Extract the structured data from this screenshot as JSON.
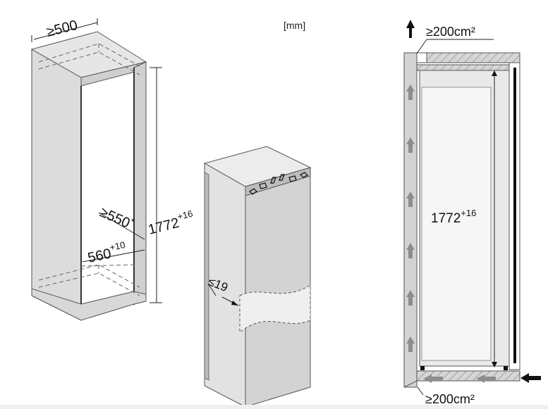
{
  "unit": "[mm]",
  "niche_diagram": {
    "width_label": "≥500",
    "depth_label": "≥550",
    "depth_sup": "*",
    "height_label": "1772",
    "height_sup": "+16",
    "width_inner_label": "560",
    "width_inner_sup": "+10"
  },
  "appliance_diagram": {
    "door_gap_label": "≤19"
  },
  "ventilation_diagram": {
    "top_vent_label": "≥200cm²",
    "height_label": "1772",
    "height_sup": "+16",
    "bottom_vent_label": "≥200cm²"
  }
}
